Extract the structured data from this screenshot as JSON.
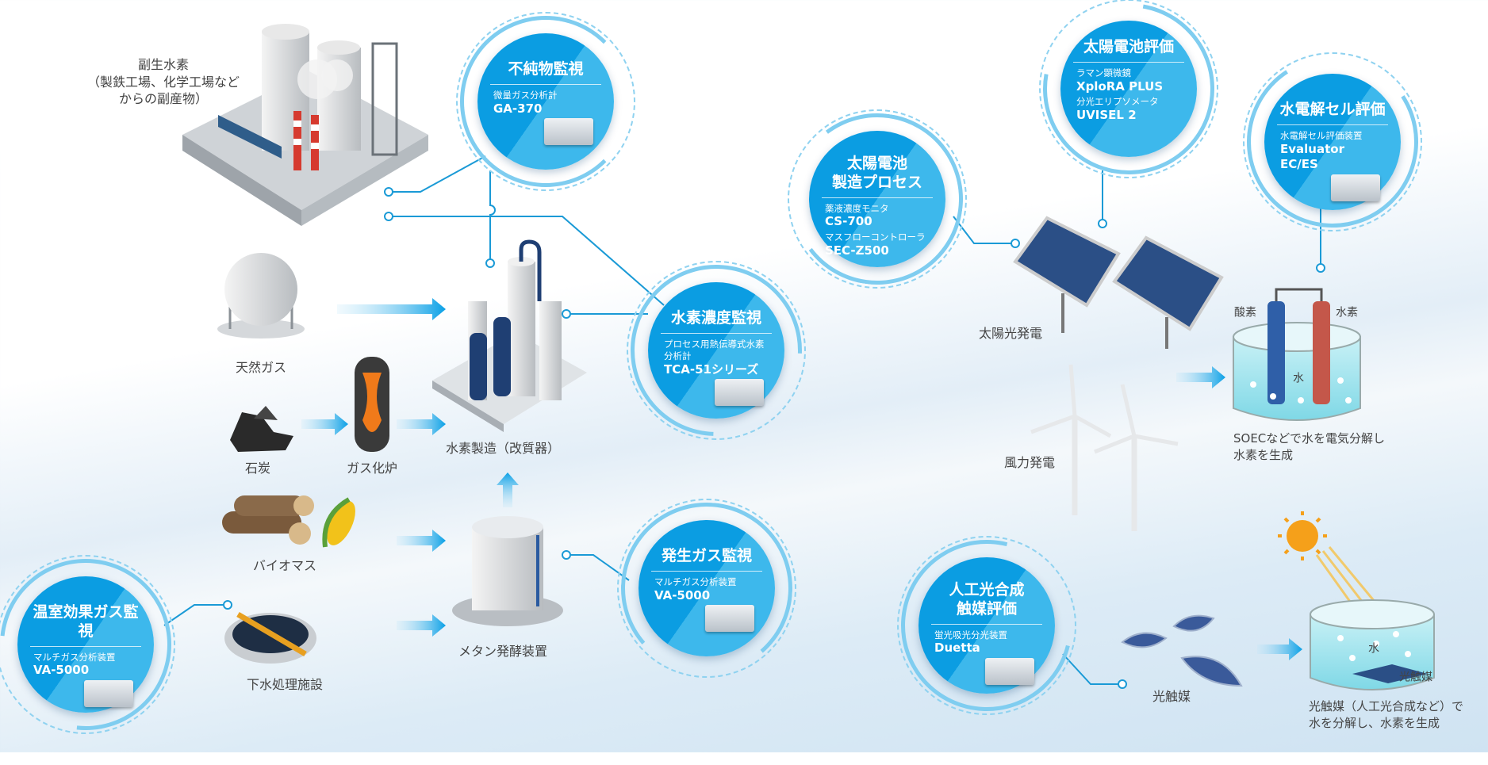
{
  "monitors": [
    {
      "id": "impurity",
      "title": [
        "不純物監視"
      ],
      "items": [
        {
          "label": "微量ガス分析計",
          "model": "GA-370"
        }
      ]
    },
    {
      "id": "hydrogen-concentration",
      "title": [
        "水素濃度監視"
      ],
      "items": [
        {
          "label": "プロセス用熱伝導式水素分析計",
          "model": "TCA-51シリーズ"
        }
      ]
    },
    {
      "id": "generated-gas",
      "title": [
        "発生ガス監視"
      ],
      "items": [
        {
          "label": "マルチガス分析装置",
          "model": "VA-5000"
        }
      ]
    },
    {
      "id": "greenhouse-gas",
      "title": [
        "温室効果ガス監視"
      ],
      "items": [
        {
          "label": "マルチガス分析装置",
          "model": "VA-5000"
        }
      ]
    },
    {
      "id": "solar-cell-manufacturing",
      "title": [
        "太陽電池",
        "製造プロセス"
      ],
      "items": [
        {
          "label": "薬液濃度モニタ",
          "model": "CS-700"
        },
        {
          "label": "マスフローコントローラ",
          "model": "SEC-Z500"
        }
      ]
    },
    {
      "id": "solar-cell-evaluation",
      "title": [
        "太陽電池評価"
      ],
      "items": [
        {
          "label": "ラマン顕微鏡",
          "model": "XploRA PLUS"
        },
        {
          "label": "分光エリプソメータ",
          "model": "UVISEL 2"
        }
      ]
    },
    {
      "id": "electrolysis-cell-evaluation",
      "title": [
        "水電解セル評価"
      ],
      "items": [
        {
          "label": "水電解セル評価装置",
          "model": "Evaluator EC/ES"
        }
      ]
    },
    {
      "id": "photosynthesis-catalyst-evaluation",
      "title": [
        "人工光合成",
        "触媒評価"
      ],
      "items": [
        {
          "label": "蛍光吸光分光装置",
          "model": "Duetta"
        }
      ]
    }
  ],
  "labels": {
    "byproduct_h2": "副生水素",
    "byproduct_h2_sub1": "（製鉄工場、化学工場など",
    "byproduct_h2_sub2": "からの副産物）",
    "natural_gas": "天然ガス",
    "coal": "石炭",
    "gasifier": "ガス化炉",
    "reformer": "水素製造（改質器）",
    "biomass": "バイオマス",
    "sewage": "下水処理施設",
    "methane": "メタン発酵装置",
    "solar_power": "太陽光発電",
    "wind_power": "風力発電",
    "oxygen": "酸素",
    "hydrogen": "水素",
    "water": "水",
    "soec_caption1": "SOECなどで水を電気分解し",
    "soec_caption2": "水素を生成",
    "photocatalyst": "光触媒",
    "pc_water": "水",
    "pc_catalyst": "光触媒",
    "pc_caption1": "光触媒（人工光合成など）で",
    "pc_caption2": "水を分解し、水素を生成"
  },
  "colors": {
    "accent_dark": "#0b9de2",
    "accent_light": "#3db8ec",
    "ring": "#7fcdf0",
    "line": "#1a9ad6"
  }
}
